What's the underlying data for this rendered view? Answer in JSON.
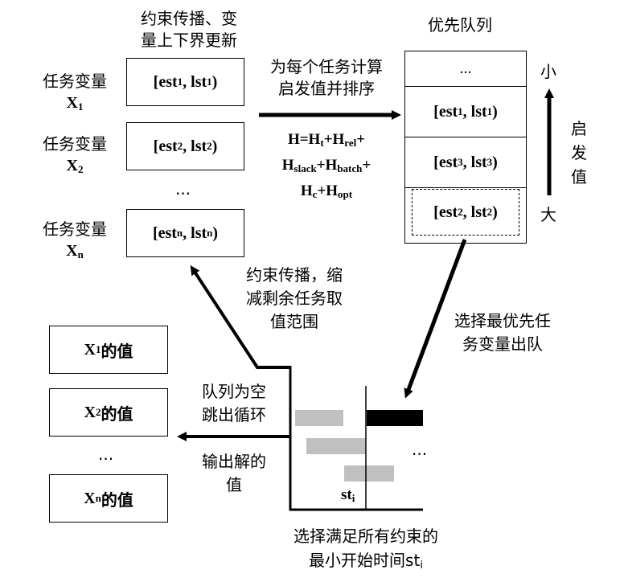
{
  "top_left_caption": [
    "约束传播、变",
    "量上下界更新"
  ],
  "queue_title": "优先队列",
  "variables": [
    {
      "label": "任务变量",
      "sym": "X",
      "sub": "1",
      "domain": {
        "e": "1",
        "l": "1"
      }
    },
    {
      "label": "任务变量",
      "sym": "X",
      "sub": "2",
      "domain": {
        "e": "2",
        "l": "2"
      }
    },
    {
      "label": "任务变量",
      "sym": "X",
      "sub": "n",
      "domain": {
        "e": "n",
        "l": "n"
      }
    }
  ],
  "variables_ellipsis": "...",
  "compute_caption": [
    "为每个任务计算",
    "启发值并排序"
  ],
  "formula": {
    "line1": {
      "H": "H=H",
      "t": "t",
      "plus1": "+H",
      "rel": "rel",
      "plus2": "+"
    },
    "line2": {
      "H": "H",
      "slack": "slack",
      "plus": "+H",
      "batch": "batch",
      "plus2": "+"
    },
    "line3": {
      "H": "H",
      "c": "c",
      "plus": "+H",
      "opt": "opt"
    }
  },
  "queue": {
    "top": "...",
    "items": [
      {
        "e": "1",
        "l": "1"
      },
      {
        "e": "3",
        "l": "3"
      },
      {
        "e": "2",
        "l": "2"
      }
    ]
  },
  "scale": {
    "small": "小",
    "large": "大",
    "label": [
      "启",
      "发",
      "值"
    ]
  },
  "propagate_caption": [
    "约束传播，缩",
    "减剩余任务取",
    "值范围"
  ],
  "dequeue_caption": [
    "选择最优先任",
    "务变量出队"
  ],
  "results": [
    {
      "sym": "X",
      "sub": "1",
      "text": "的值"
    },
    {
      "sym": "X",
      "sub": "2",
      "text": "的值"
    },
    {
      "sym": "X",
      "sub": "n",
      "text": "的值"
    }
  ],
  "results_ellipsis": "...",
  "exit_caption": [
    "队列为空",
    "跳出循环"
  ],
  "output_caption": [
    "输出解的",
    "值"
  ],
  "timeline": {
    "st": "st",
    "st_sub": "i",
    "ellipsis": "..."
  },
  "bottom_caption": [
    "选择满足所有约束的",
    "最小开始时间st"
  ],
  "bottom_caption_sub": "i",
  "colors": {
    "gray": "#c0c0c0",
    "black": "#000000"
  }
}
